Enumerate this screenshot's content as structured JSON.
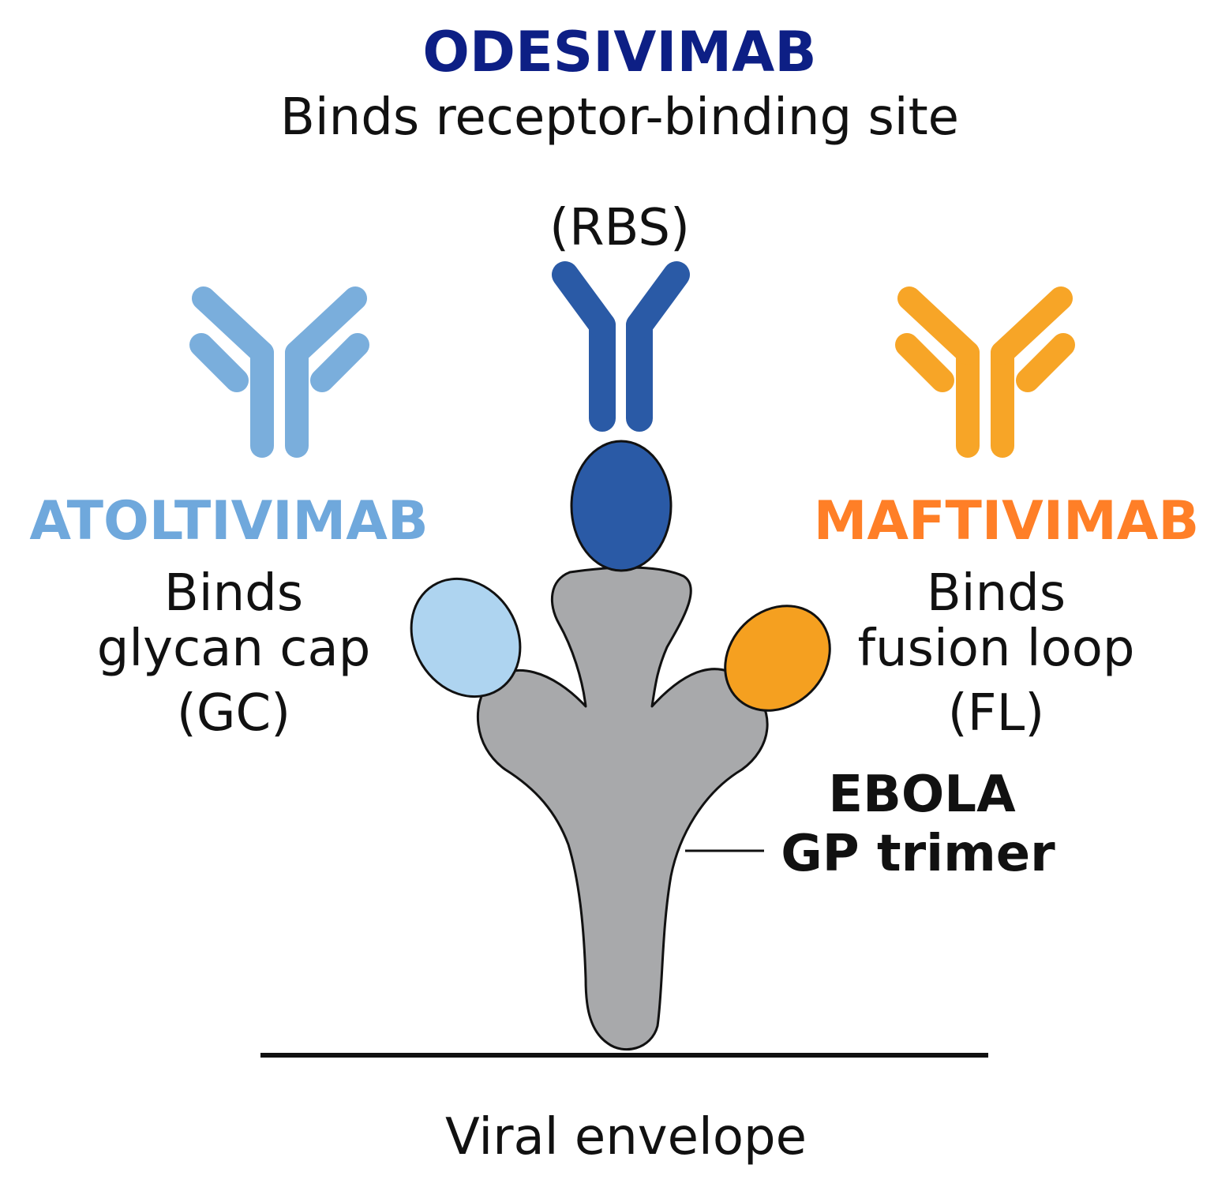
{
  "odesivimab": {
    "name": "ODESIVIMAB",
    "line1": "Binds receptor-binding site",
    "line2": "(RBS)",
    "color": "#0d1f85",
    "antibody_color": "#2a5aa6",
    "epitope_color": "#2a5aa6"
  },
  "atoltivimab": {
    "name": "ATOLTIVIMAB",
    "line1": "Binds",
    "line2": "glycan cap",
    "line3": "(GC)",
    "color": "#6fa8dc",
    "antibody_color": "#7aaedc",
    "epitope_color": "#aed4f0"
  },
  "maftivimab": {
    "name": "MAFTIVIMAB",
    "line1": "Binds",
    "line2": "fusion loop",
    "line3": "(FL)",
    "color": "#ff7f27",
    "antibody_color": "#f7a527",
    "epitope_color": "#f5a020"
  },
  "gp_trimer": {
    "line1": "EBOLA",
    "line2": "GP trimer",
    "fill": "#a8a9ab"
  },
  "envelope": {
    "label": "Viral envelope"
  }
}
